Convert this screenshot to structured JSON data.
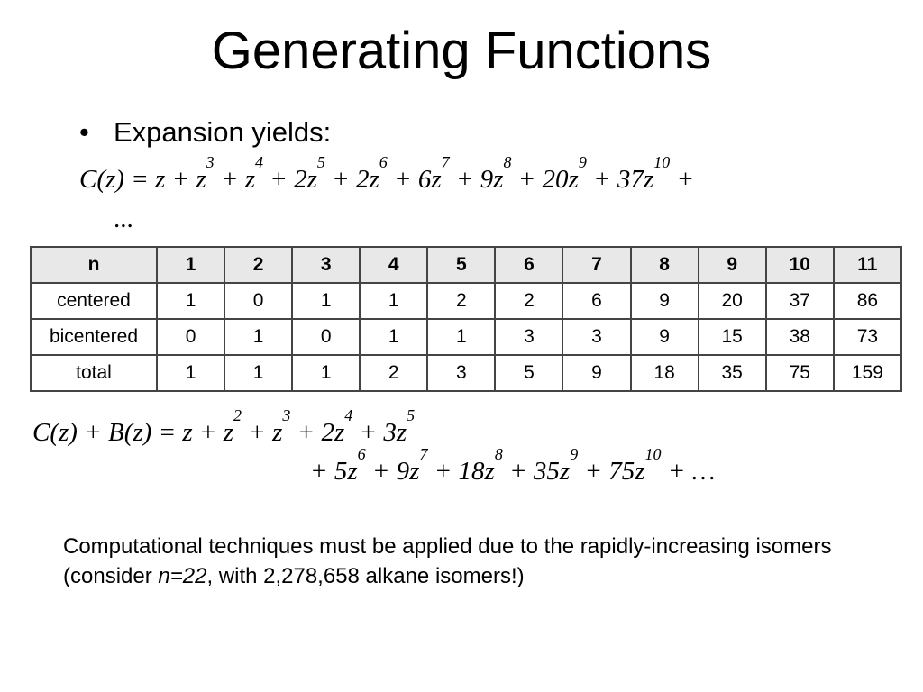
{
  "title": "Generating Functions",
  "bullet": {
    "marker": "•",
    "text": "Expansion yields:"
  },
  "cz": {
    "lhs": "C(z) = ",
    "terms": [
      "z",
      "+ z",
      "3",
      "+ z",
      "4",
      "+ 2z",
      "5",
      "+ 2z",
      "6",
      "+ 6z",
      "7",
      "+ 9z",
      "8",
      "+ 20z",
      "9",
      "+ 37z",
      "10",
      "+"
    ],
    "cont": "..."
  },
  "table": {
    "header": [
      "n",
      "1",
      "2",
      "3",
      "4",
      "5",
      "6",
      "7",
      "8",
      "9",
      "10",
      "11"
    ],
    "rows": [
      {
        "label": "centered",
        "values": [
          "1",
          "0",
          "1",
          "1",
          "2",
          "2",
          "6",
          "9",
          "20",
          "37",
          "86"
        ]
      },
      {
        "label": "bicentered",
        "values": [
          "0",
          "1",
          "0",
          "1",
          "1",
          "3",
          "3",
          "9",
          "15",
          "38",
          "73"
        ]
      },
      {
        "label": "total",
        "values": [
          "1",
          "1",
          "1",
          "2",
          "3",
          "5",
          "9",
          "18",
          "35",
          "75",
          "159"
        ]
      }
    ]
  },
  "cb": {
    "line1": [
      "C(z) + B(z) = z + z",
      "2",
      " + z",
      "3",
      " + 2z",
      "4",
      " + 3z",
      "5"
    ],
    "line2": [
      "+ 5z",
      "6",
      " + 9z",
      "7",
      " + 18z",
      "8",
      " + 35z",
      "9",
      " + 75z",
      "10",
      " + …"
    ]
  },
  "note": {
    "part1": "Computational techniques must be applied due to the rapidly-increasing isomers (consider ",
    "emph": "n=22",
    "part2": ", with 2,278,658 alkane isomers!)"
  }
}
